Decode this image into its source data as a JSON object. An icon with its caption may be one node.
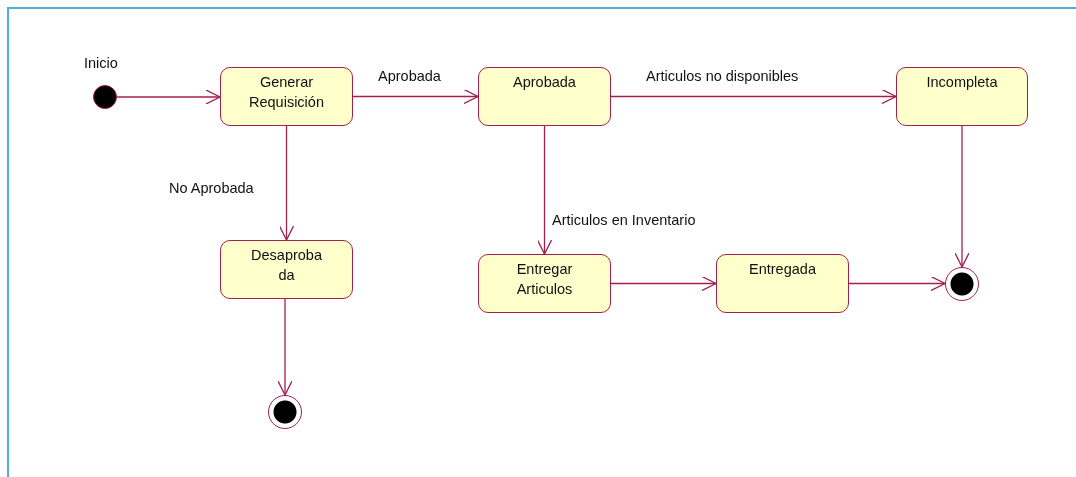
{
  "diagram": {
    "nodes": [
      {
        "text": [],
        "shape": "circle",
        "beside": [
          "Inicio"
        ]
      },
      {
        "text": [
          "Generar Requisición"
        ]
      },
      {
        "text": [
          "Aprobada"
        ]
      },
      {
        "text": [
          "Incompleta"
        ]
      },
      {
        "text": [
          "Desaproba da"
        ]
      },
      {
        "text": [
          "Entregar Articulos"
        ]
      },
      {
        "text": [
          "Entregada"
        ]
      },
      {
        "text": [],
        "shape": "circle"
      },
      {
        "text": [],
        "shape": "circle"
      }
    ],
    "edges": [
      {
        "from": 0,
        "to": 1,
        "arrow": "to"
      },
      {
        "from": 1,
        "to": 2,
        "arrow": "to",
        "label": "Aprobada"
      },
      {
        "from": 1,
        "to": 4,
        "arrow": "to",
        "label": "No Aprobada"
      },
      {
        "from": 2,
        "to": 3,
        "arrow": "to",
        "label": "Articulos no disponibles"
      },
      {
        "from": 2,
        "to": 5,
        "arrow": "to",
        "label": "Articulos en Inventario"
      },
      {
        "from": 3,
        "to": 7,
        "arrow": "to"
      },
      {
        "from": 5,
        "to": 6,
        "arrow": "to"
      },
      {
        "from": 6,
        "to": 7,
        "arrow": "to"
      },
      {
        "from": 4,
        "to": 8,
        "arrow": "to"
      }
    ]
  }
}
